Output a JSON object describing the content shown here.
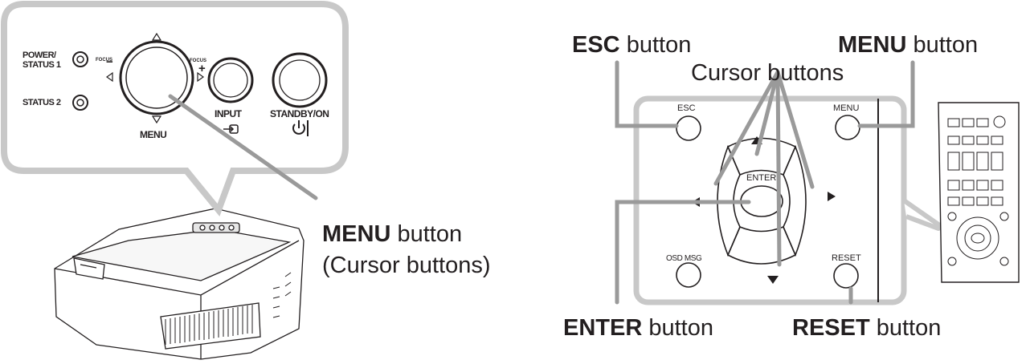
{
  "callouts": {
    "esc": {
      "bold": "ESC",
      "rest": " button"
    },
    "menu_right": {
      "bold": "MENU",
      "rest": " button"
    },
    "cursor": "Cursor buttons",
    "enter": {
      "bold": "ENTER",
      "rest": " button"
    },
    "reset": {
      "bold": "RESET",
      "rest": " button"
    },
    "menu_left": {
      "bold": "MENU",
      "rest": " button"
    },
    "menu_left_sub": "(Cursor buttons)"
  },
  "projector_panel": {
    "power_status1": [
      "POWER/",
      "STATUS 1"
    ],
    "status2": "STATUS 2",
    "focus_minus": "FOCUS",
    "focus_plus": "FOCUS",
    "menu": "MENU",
    "input": "INPUT",
    "standby_on": "STANDBY/ON"
  },
  "remote_panel": {
    "esc": "ESC",
    "menu": "MENU",
    "enter": "ENTER",
    "osd_msg": "OSD MSG",
    "reset": "RESET"
  },
  "colors": {
    "callout_gray": "#c8c8c8",
    "leader_gray": "#9a9a9a",
    "ink": "#231f20"
  }
}
